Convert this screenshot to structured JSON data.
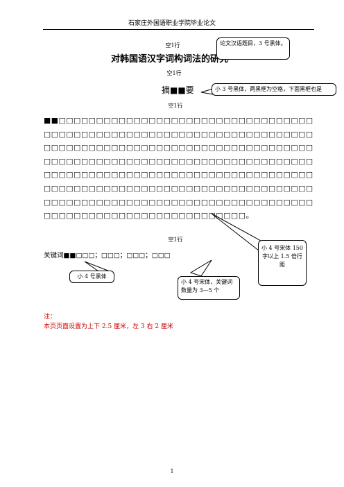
{
  "header": {
    "school": "石家庄外国语职业学院毕业论文"
  },
  "spacing": {
    "blank_line": "空1行"
  },
  "thesis": {
    "title": "对韩国语汉字词构词法的研究",
    "abstract_heading": "摘■■要",
    "abstract_body": "■■□□□□□□□□□□□□□□□□□□□□□□□□□□□□□□□□□□□□□□□□□□□□□□□□□□□□□□□□□□□□□□□□□□□□□□□□□□□□□□□□□□□□□□□□□□□□□□□□□□□□□□□□□□□□□□□□□□□□□□□□□□□□□□□□□□□□□□□□□□□□□□□□□□□□□□□□□□□□□□□□□□□□□□□□□□□□□□□□□□□□□□□□□□□□□□□□□□□□□□□□□□□□□□□□□□□□□□□□□□□□□□□□□□□□□□□□□□□□□□□□□□□□□□□□□□□□□□□□□□□□□□□□□□□□□□□□□□□□□。",
    "keywords_label": "关键词■■",
    "keywords": "□□□；□□□；□□□；□□□"
  },
  "annotations": {
    "title_note": "论文汉语题目，3 号黑体。",
    "abstract_heading_note": "小 3 号黑体，两黑框为空格，下面黑框也是",
    "body_note": "小 4 号宋体 150 字以上 1.5 倍行距",
    "keywords_label_note": "小 4 号黑体",
    "keywords_note": "小 4 号宋体，关键词数量为 3—5 个"
  },
  "page_note": {
    "label": "注：",
    "text": "本页页面设置为上下 2.5 厘米，左 3 右 2 厘米"
  },
  "footer": {
    "page_number": "1"
  },
  "colors": {
    "note_text": "#cc0000",
    "ink": "#000000"
  }
}
